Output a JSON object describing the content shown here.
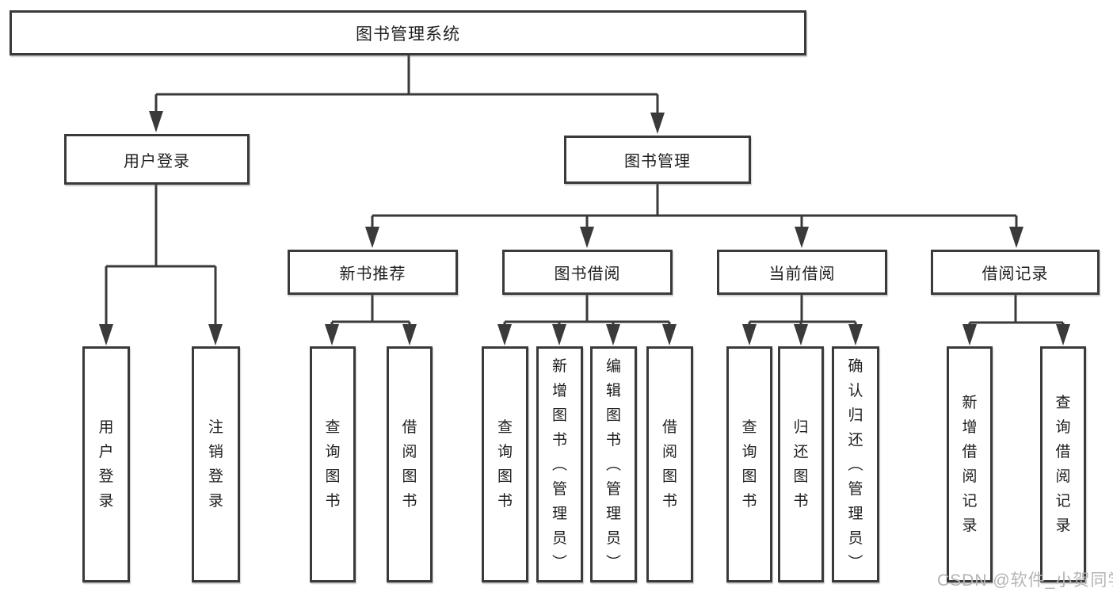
{
  "colors": {
    "line": "#3a3a3a",
    "box_background": "#ffffff",
    "watermark": "#b5b3b3"
  },
  "diagram": {
    "root": {
      "label": "图书管理系统"
    },
    "user_login": {
      "label": "用户登录",
      "children": [
        {
          "label": "用户登录"
        },
        {
          "label": "注销登录"
        }
      ]
    },
    "book_mgmt": {
      "label": "图书管理",
      "children": [
        {
          "label": "新书推荐",
          "children": [
            {
              "label": "查询图书"
            },
            {
              "label": "借阅图书"
            }
          ]
        },
        {
          "label": "图书借阅",
          "children": [
            {
              "label": "查询图书"
            },
            {
              "label": "新增图书（管理员）"
            },
            {
              "label": "编辑图书（管理员）"
            },
            {
              "label": "借阅图书"
            }
          ]
        },
        {
          "label": "当前借阅",
          "children": [
            {
              "label": "查询图书"
            },
            {
              "label": "归还图书"
            },
            {
              "label": "确认归还（管理员）"
            }
          ]
        },
        {
          "label": "借阅记录",
          "children": [
            {
              "label": "新增借阅记录"
            },
            {
              "label": "查询借阅记录"
            }
          ]
        }
      ]
    }
  },
  "watermark": {
    "text": "CSDN @软件_小贺同学"
  }
}
